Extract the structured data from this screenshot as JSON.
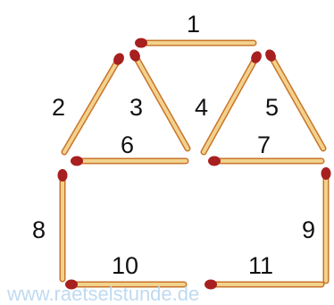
{
  "puzzle": {
    "matches": [
      {
        "label": "1"
      },
      {
        "label": "2"
      },
      {
        "label": "3"
      },
      {
        "label": "4"
      },
      {
        "label": "5"
      },
      {
        "label": "6"
      },
      {
        "label": "7"
      },
      {
        "label": "8"
      },
      {
        "label": "9"
      },
      {
        "label": "10"
      },
      {
        "label": "11"
      }
    ],
    "watermark": "www.raetselstunde.de",
    "colors": {
      "stick_body": "#f2d28c",
      "stick_edge": "#c9752a",
      "match_head": "#a71f1f",
      "number": "#111111",
      "watermark": "#b9d6ef"
    }
  }
}
